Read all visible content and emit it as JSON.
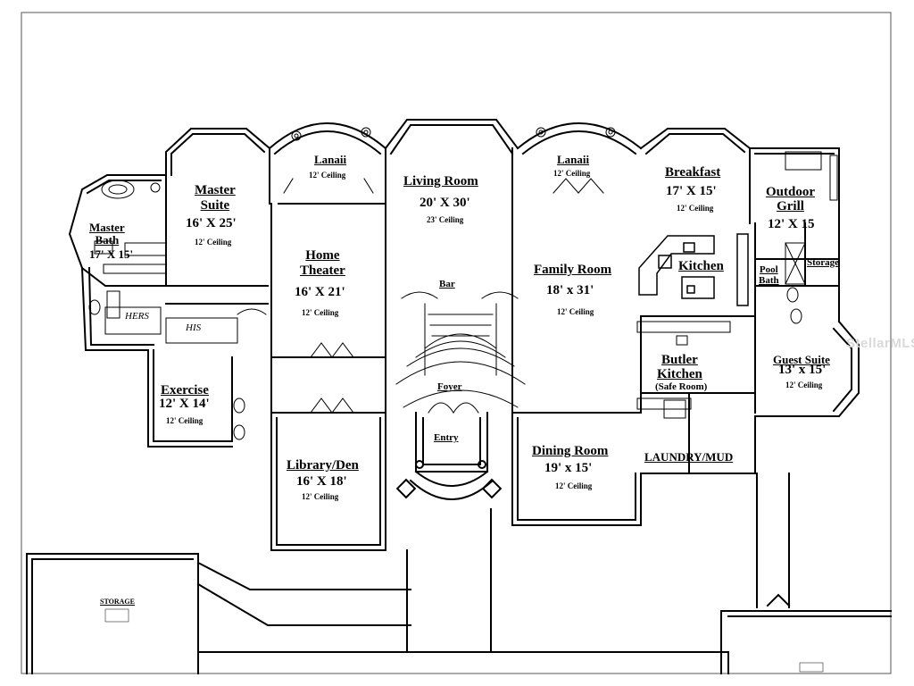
{
  "rooms": {
    "master_bath": {
      "name": "Master\nBath",
      "dims": "17' X 15'"
    },
    "master_suite": {
      "name": "Master\nSuite",
      "dims": "16' X 25'",
      "ceiling": "12' Ceiling"
    },
    "lanaii_left": {
      "name": "Lanaii",
      "ceiling": "12' Ceiling"
    },
    "living_room": {
      "name": "Living Room",
      "dims": "20' X 30'",
      "ceiling": "23' Ceiling"
    },
    "lanaii_right": {
      "name": "Lanaii",
      "ceiling": "12' Ceiling"
    },
    "breakfast": {
      "name": "Breakfast",
      "dims": "17' X 15'",
      "ceiling": "12' Ceiling"
    },
    "outdoor_grill": {
      "name": "Outdoor\nGrill",
      "dims": "12' X 15"
    },
    "home_theater": {
      "name": "Home\nTheater",
      "dims": "16' X 21'",
      "ceiling": "12' Ceiling"
    },
    "bar": {
      "name": "Bar"
    },
    "family_room": {
      "name": "Family Room",
      "dims": "18' x 31'",
      "ceiling": "12' Ceiling"
    },
    "kitchen": {
      "name": "Kitchen"
    },
    "pool_bath": {
      "name": "Pool\nBath"
    },
    "storage_right": {
      "name": "Storage"
    },
    "hers": {
      "name": "HERS"
    },
    "his": {
      "name": "HIS"
    },
    "butler_kitchen": {
      "name": "Butler\nKitchen",
      "note": "(Safe Room)"
    },
    "guest_suite": {
      "name": "Guest Suite",
      "dims": "13' x 15'",
      "ceiling": "12' Ceiling"
    },
    "exercise": {
      "name": "Exercise",
      "dims": "12' X 14'",
      "ceiling": "12' Ceiling"
    },
    "foyer": {
      "name": "Foyer"
    },
    "entry": {
      "name": "Entry"
    },
    "dining_room": {
      "name": "Dining Room",
      "dims": "19' x 15'",
      "ceiling": "12' Ceiling"
    },
    "laundry": {
      "name": "LAUNDRY/MUD"
    },
    "library": {
      "name": "Library/Den",
      "dims": "16' X 18'",
      "ceiling": "12' Ceiling"
    },
    "storage_garage": {
      "name": "STORAGE"
    }
  },
  "watermark": "StellarMLS"
}
